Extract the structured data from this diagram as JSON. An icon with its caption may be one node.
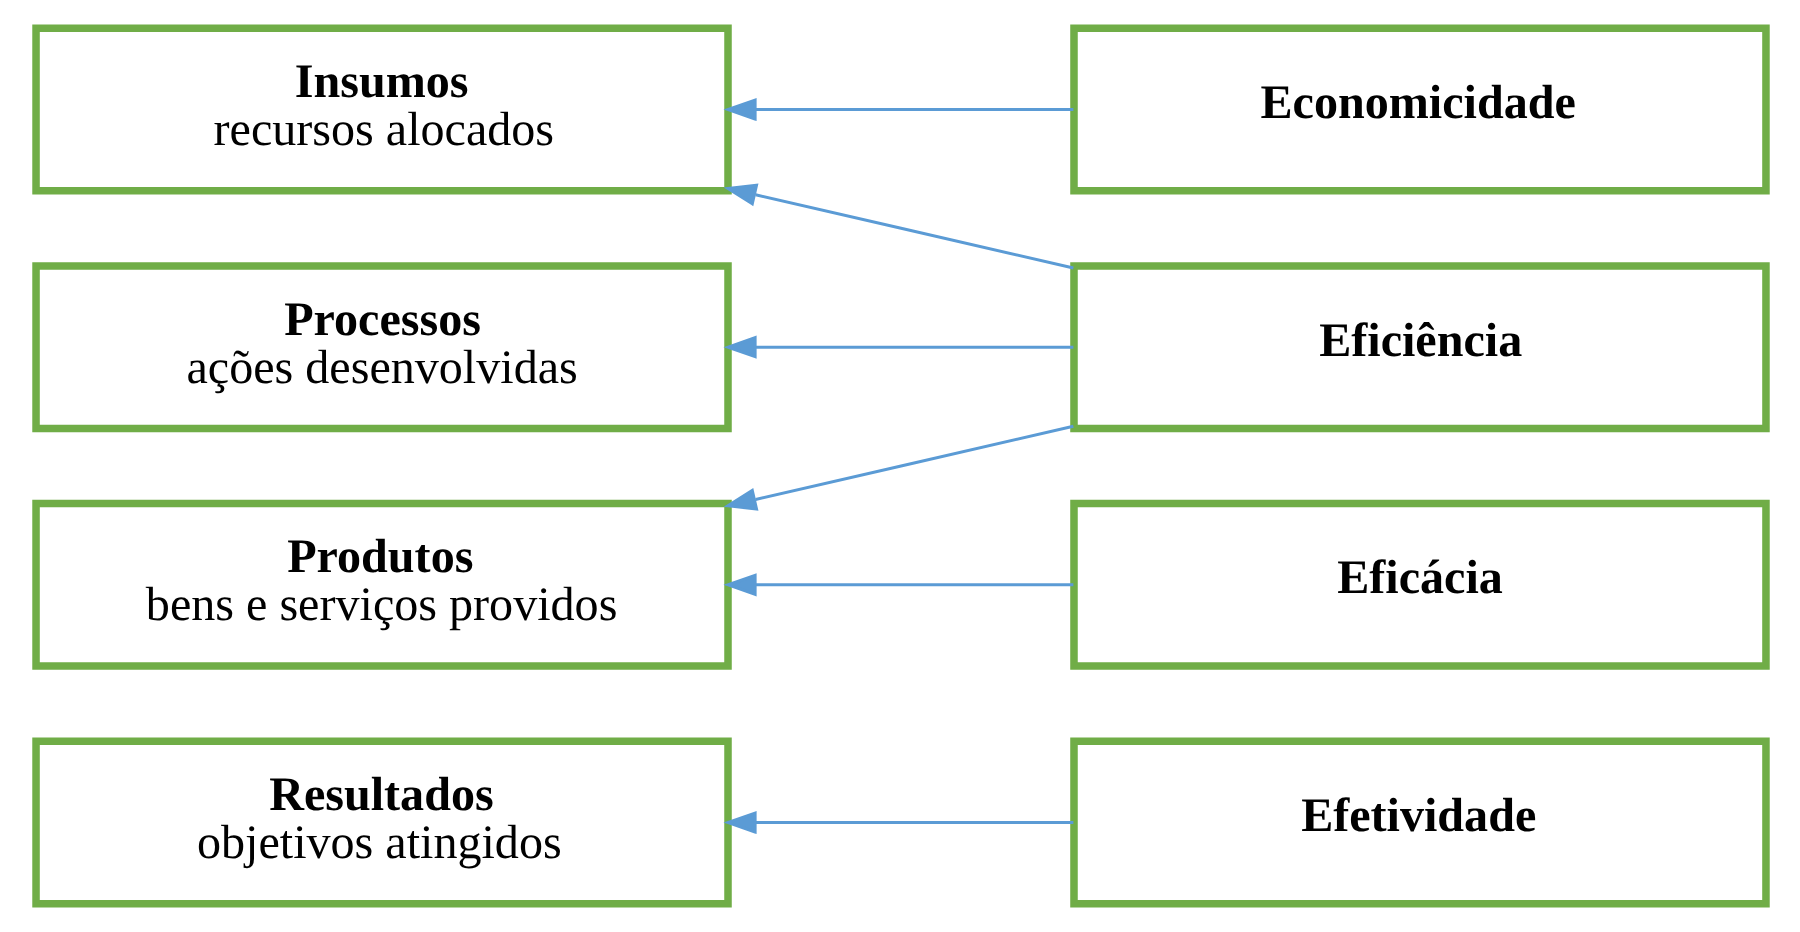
{
  "diagram": {
    "nodes": [
      {
        "text": [
          "Insumos",
          "recursos alocados"
        ]
      },
      {
        "text": [
          "Processos",
          "ações desenvolvidas"
        ]
      },
      {
        "text": [
          "Produtos",
          "bens e serviços providos"
        ]
      },
      {
        "text": [
          "Resultados",
          "objetivos atingidos"
        ]
      },
      {
        "text": [
          "Economicidade"
        ]
      },
      {
        "text": [
          "Eficiência"
        ]
      },
      {
        "text": [
          "Eficácia"
        ]
      },
      {
        "text": [
          "Efetividade"
        ]
      }
    ],
    "edges": [
      {
        "from": 4,
        "to": 0,
        "arrow": "to"
      },
      {
        "from": 5,
        "to": 0,
        "arrow": "to"
      },
      {
        "from": 5,
        "to": 1,
        "arrow": "to"
      },
      {
        "from": 5,
        "to": 2,
        "arrow": "to"
      },
      {
        "from": 6,
        "to": 2,
        "arrow": "to"
      },
      {
        "from": 7,
        "to": 3,
        "arrow": "to"
      }
    ]
  }
}
